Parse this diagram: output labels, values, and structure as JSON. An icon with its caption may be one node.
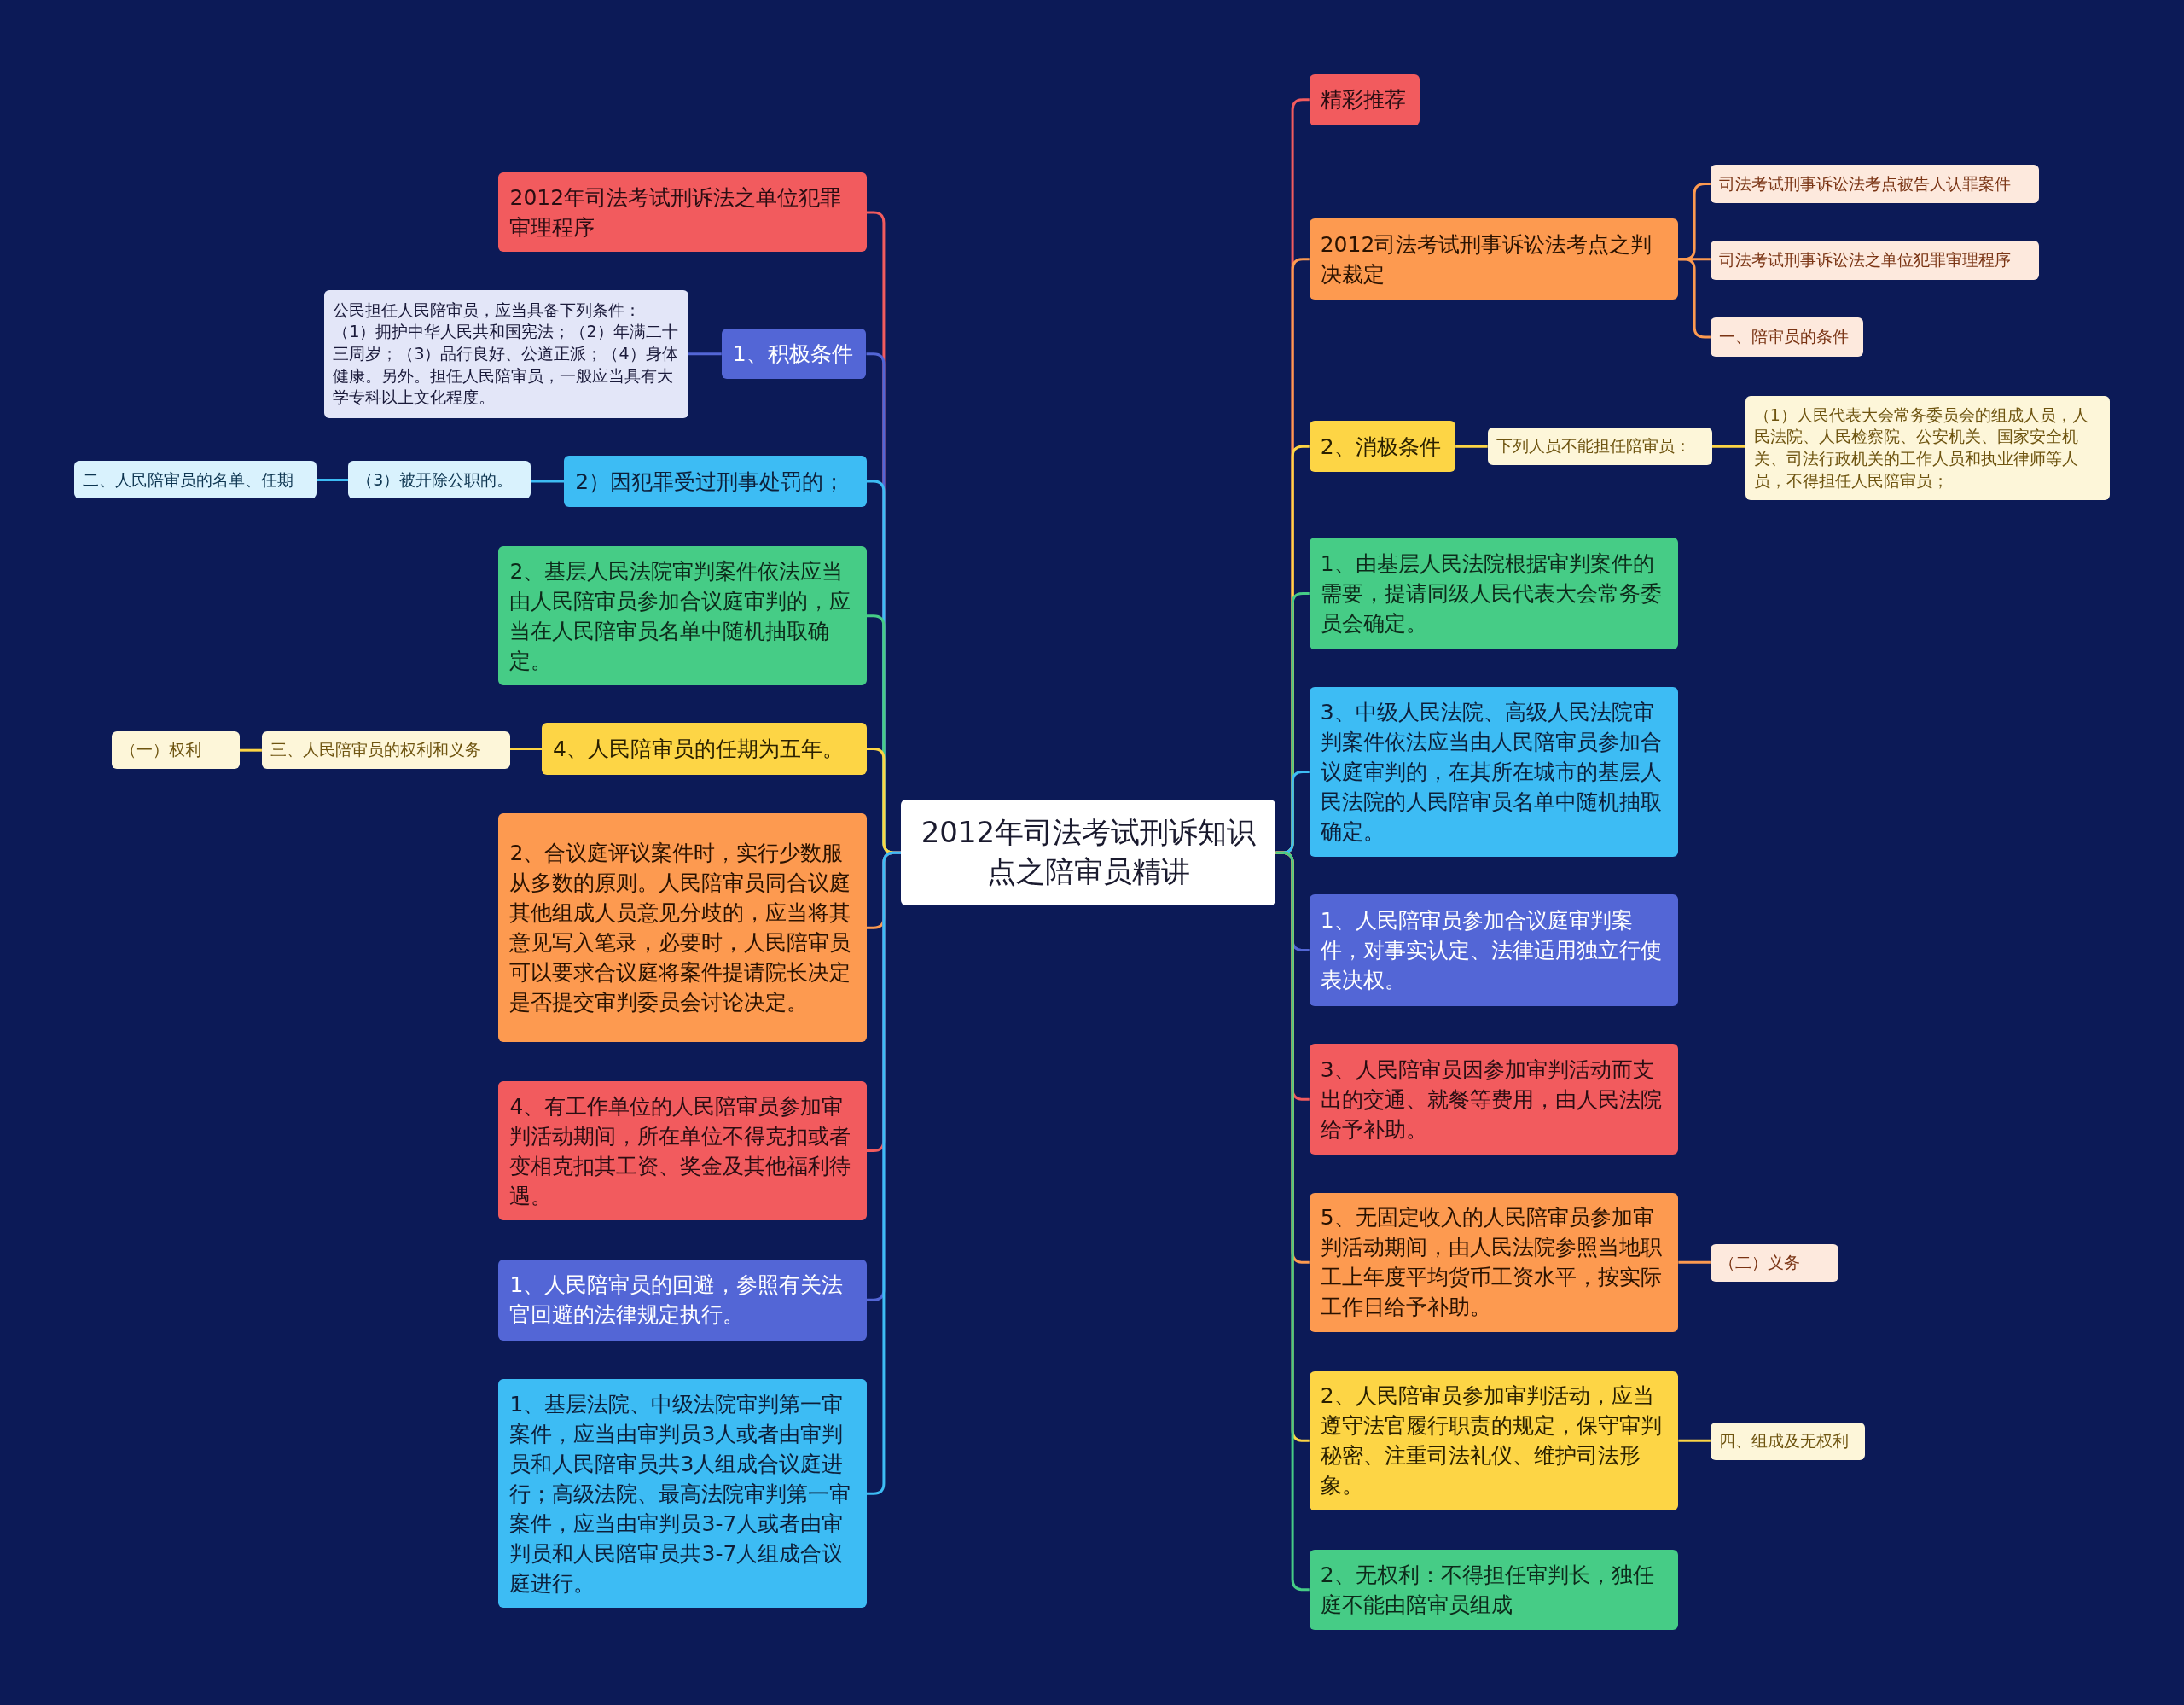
{
  "diagram": {
    "nodes": [
      {
        "text": [
          "2012年司法考试刑诉知识点之陪审员精讲"
        ]
      },
      {
        "text": [
          "2012年司法考试刑诉法之单位犯罪审理程序"
        ]
      },
      {
        "text": [
          "1、积极条件"
        ]
      },
      {
        "text": [
          "公民担任人民陪审员，应当具备下列条件：（1）拥护中华人民共和国宪法；（2）年满二十三周岁；（3）品行良好、公道正派；（4）身体健康。另外。担任人民陪审员，一般应当具有大学专科以上文化程度。"
        ]
      },
      {
        "text": [
          "2）因犯罪受过刑事处罚的；"
        ]
      },
      {
        "text": [
          "（3）被开除公职的。"
        ]
      },
      {
        "text": [
          "二、人民陪审员的名单、任期"
        ]
      },
      {
        "text": [
          "2、基层人民法院审判案件依法应当由人民陪审员参加合议庭审判的，应当在人民陪审员名单中随机抽取确定。"
        ]
      },
      {
        "text": [
          "4、人民陪审员的任期为五年。"
        ]
      },
      {
        "text": [
          "三、人民陪审员的权利和义务"
        ]
      },
      {
        "text": [
          "（一）权利"
        ]
      },
      {
        "text": [
          "2、合议庭评议案件时，实行少数服从多数的原则。人民陪审员同合议庭其他组成人员意见分歧的，应当将其意见写入笔录，必要时，人民陪审员可以要求合议庭将案件提请院长决定是否提交审判委员会讨论决定。"
        ]
      },
      {
        "text": [
          "4、有工作单位的人民陪审员参加审判活动期间，所在单位不得克扣或者变相克扣其工资、奖金及其他福利待遇。"
        ]
      },
      {
        "text": [
          "1、人民陪审员的回避，参照有关法官回避的法律规定执行。"
        ]
      },
      {
        "text": [
          "1、基层法院、中级法院审判第一审案件，应当由审判员3人或者由审判员和人民陪审员共3人组成合议庭进行；高级法院、最高法院审判第一审案件，应当由审判员3-7人或者由审判员和人民陪审员共3-7人组成合议庭进行。"
        ]
      },
      {
        "text": [
          "精彩推荐"
        ]
      },
      {
        "text": [
          "2012司法考试刑事诉讼法考点之判决裁定"
        ]
      },
      {
        "text": [
          "司法考试刑事诉讼法考点被告人认罪案件"
        ]
      },
      {
        "text": [
          "司法考试刑事诉讼法之单位犯罪审理程序"
        ]
      },
      {
        "text": [
          "一、陪审员的条件"
        ]
      },
      {
        "text": [
          "2、消极条件"
        ]
      },
      {
        "text": [
          "下列人员不能担任陪审员："
        ]
      },
      {
        "text": [
          "（1）人民代表大会常务委员会的组成人员，人民法院、人民检察院、公安机关、国家安全机关、司法行政机关的工作人员和执业律师等人员，不得担任人民陪审员；"
        ]
      },
      {
        "text": [
          "1、由基层人民法院根据审判案件的需要，提请同级人民代表大会常务委员会确定。"
        ]
      },
      {
        "text": [
          "3、中级人民法院、高级人民法院审判案件依法应当由人民陪审员参加合议庭审判的，在其所在城市的基层人民法院的人民陪审员名单中随机抽取确定。"
        ]
      },
      {
        "text": [
          "1、人民陪审员参加合议庭审判案件，对事实认定、法律适用独立行使表决权。"
        ]
      },
      {
        "text": [
          "3、人民陪审员因参加审判活动而支出的交通、就餐等费用，由人民法院给予补助。"
        ]
      },
      {
        "text": [
          "5、无固定收入的人民陪审员参加审判活动期间，由人民法院参照当地职工上年度平均货币工资水平，按实际工作日给予补助。"
        ]
      },
      {
        "text": [
          "（二）义务"
        ]
      },
      {
        "text": [
          "2、人民陪审员参加审判活动，应当遵守法官履行职责的规定，保守审判秘密、注重司法礼仪、维护司法形象。"
        ]
      },
      {
        "text": [
          "四、组成及无权利"
        ]
      },
      {
        "text": [
          "2、无权利：不得担任审判长，独任庭不能由陪审员组成"
        ]
      }
    ],
    "edges": [
      {
        "from": 0,
        "to": 1,
        "arrow": "none",
        "color": "#f25b5e"
      },
      {
        "from": 0,
        "to": 2,
        "arrow": "none",
        "color": "#5366d6"
      },
      {
        "from": 2,
        "to": 3,
        "arrow": "none",
        "color": "#5366d6"
      },
      {
        "from": 0,
        "to": 4,
        "arrow": "none",
        "color": "#3dbcf4"
      },
      {
        "from": 4,
        "to": 5,
        "arrow": "none",
        "color": "#3dbcf4"
      },
      {
        "from": 5,
        "to": 6,
        "arrow": "none",
        "color": "#3dbcf4"
      },
      {
        "from": 0,
        "to": 7,
        "arrow": "none",
        "color": "#46cc86"
      },
      {
        "from": 0,
        "to": 8,
        "arrow": "none",
        "color": "#fdd545"
      },
      {
        "from": 8,
        "to": 9,
        "arrow": "none",
        "color": "#fdd545"
      },
      {
        "from": 9,
        "to": 10,
        "arrow": "none",
        "color": "#fdd545"
      },
      {
        "from": 0,
        "to": 11,
        "arrow": "none",
        "color": "#fd9a50"
      },
      {
        "from": 0,
        "to": 12,
        "arrow": "none",
        "color": "#f25b5e"
      },
      {
        "from": 0,
        "to": 13,
        "arrow": "none",
        "color": "#5366d6"
      },
      {
        "from": 0,
        "to": 14,
        "arrow": "none",
        "color": "#3dbcf4"
      },
      {
        "from": 0,
        "to": 15,
        "arrow": "none",
        "color": "#f25b5e"
      },
      {
        "from": 0,
        "to": 16,
        "arrow": "none",
        "color": "#fd9a50"
      },
      {
        "from": 16,
        "to": 17,
        "arrow": "none",
        "color": "#fd9a50"
      },
      {
        "from": 16,
        "to": 18,
        "arrow": "none",
        "color": "#fd9a50"
      },
      {
        "from": 16,
        "to": 19,
        "arrow": "none",
        "color": "#fd9a50"
      },
      {
        "from": 0,
        "to": 20,
        "arrow": "none",
        "color": "#fdd545"
      },
      {
        "from": 20,
        "to": 21,
        "arrow": "none",
        "color": "#fdd545"
      },
      {
        "from": 21,
        "to": 22,
        "arrow": "none",
        "color": "#fdd545"
      },
      {
        "from": 0,
        "to": 23,
        "arrow": "none",
        "color": "#46cc86"
      },
      {
        "from": 0,
        "to": 24,
        "arrow": "none",
        "color": "#3dbcf4"
      },
      {
        "from": 0,
        "to": 25,
        "arrow": "none",
        "color": "#5366d6"
      },
      {
        "from": 0,
        "to": 26,
        "arrow": "none",
        "color": "#f25b5e"
      },
      {
        "from": 0,
        "to": 27,
        "arrow": "none",
        "color": "#fd9a50"
      },
      {
        "from": 27,
        "to": 28,
        "arrow": "none",
        "color": "#fd9a50"
      },
      {
        "from": 0,
        "to": 29,
        "arrow": "none",
        "color": "#fdd545"
      },
      {
        "from": 29,
        "to": 30,
        "arrow": "none",
        "color": "#fdd545"
      },
      {
        "from": 0,
        "to": 31,
        "arrow": "none",
        "color": "#46cc86"
      }
    ]
  }
}
